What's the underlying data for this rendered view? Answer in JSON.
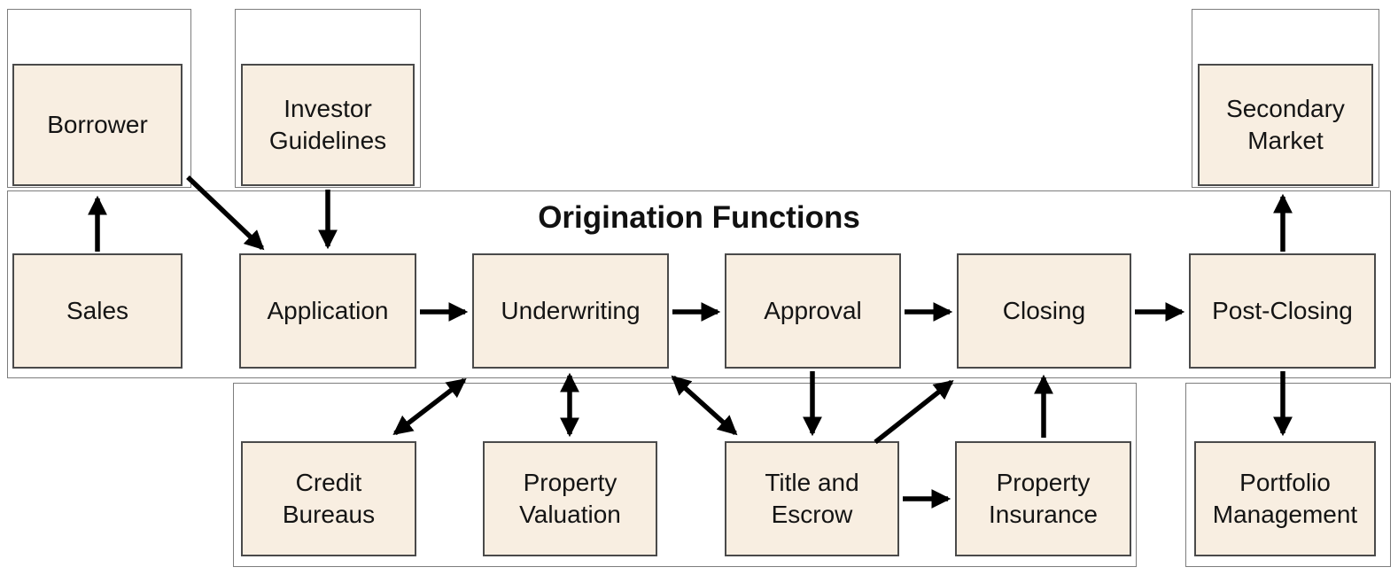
{
  "diagram": {
    "band_title": "Origination Functions",
    "nodes": {
      "borrower": "Borrower",
      "investor_guidelines": "Investor Guidelines",
      "secondary_market": "Secondary Market",
      "sales": "Sales",
      "application": "Application",
      "underwriting": "Underwriting",
      "approval": "Approval",
      "closing": "Closing",
      "post_closing": "Post-Closing",
      "credit_bureaus": "Credit Bureaus",
      "property_valuation": "Property Valuation",
      "title_and_escrow": "Title and Escrow",
      "property_insurance": "Property Insurance",
      "portfolio_management": "Portfolio Management"
    },
    "colors": {
      "node_fill": "#f8eee1",
      "node_border": "#4a4a4a",
      "group_border": "#7d7d7d",
      "arrow": "#000000",
      "text": "#141414"
    }
  }
}
